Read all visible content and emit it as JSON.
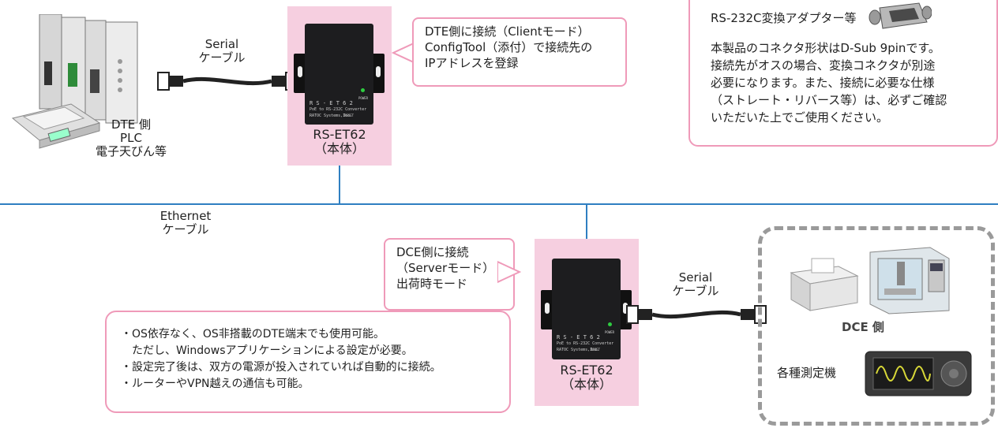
{
  "top_left": {
    "serial_cable_label": [
      "Serial",
      "ケーブル"
    ],
    "dte_label": [
      "DTE 側",
      "PLC",
      "電子天びん等"
    ]
  },
  "top_device": {
    "name_lines": [
      "RS-ET62",
      "（本体）"
    ],
    "model_text": "R S - E T 6 2",
    "subtitle_text": "PoE to RS-232C Converter",
    "maker_text": "RATOC Systems,Inc.",
    "power_text": "POWER",
    "reset_text": "RESET"
  },
  "top_callout": {
    "lines": [
      "DTE側に接続（Clientモード）",
      "ConfigTool（添付）で接続先の",
      "IPアドレスを登録"
    ]
  },
  "adapter_note": {
    "title": "RS-232C変換アダプター等",
    "lines": [
      "本製品のコネクタ形状はD-Sub 9pinです。",
      "接続先がオスの場合、変換コネクタが別途",
      "必要になります。また、接続に必要な仕様",
      "（ストレート・リバース等）は、必ずご確認",
      "いただいた上でご使用ください。"
    ]
  },
  "ethernet_label": [
    "Ethernet",
    "ケーブル"
  ],
  "bottom_callout": {
    "lines": [
      "DCE側に接続",
      "（Serverモード）",
      "出荷時モード"
    ]
  },
  "bottom_device": {
    "name_lines": [
      "RS-ET62",
      "（本体）"
    ],
    "model_text": "R S - E T 6 2",
    "subtitle_text": "PoE to RS-232C Converter",
    "maker_text": "RATOC Systems,Inc.",
    "power_text": "POWER",
    "reset_text": "RESET"
  },
  "bottom_serial_label": [
    "Serial",
    "ケーブル"
  ],
  "dce_group": {
    "dce_label": "DCE 側",
    "instrument_label": "各種測定機"
  },
  "features": {
    "lines": [
      "・OS依存なく、OS非搭載のDTE端末でも使用可能。",
      "　ただし、Windowsアプリケーションによる設定が必要。",
      "・設定完了後は、双方の電源が投入されていれば自動的に接続。",
      "・ルーターやVPN越えの通信も可能。"
    ]
  },
  "colors": {
    "network_line": "#2f7fc1",
    "panel_pink": "#f6cfe0",
    "callout_border": "#ef9ab9",
    "dashed_border": "#9a9a9a",
    "scope_wave": "#d8d838"
  }
}
